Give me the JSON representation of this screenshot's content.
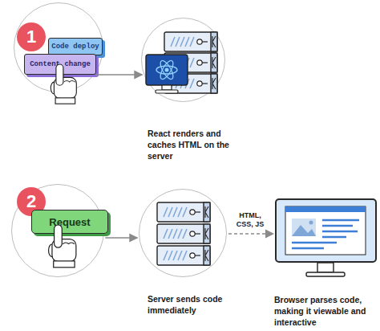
{
  "diagram": {
    "nodes": [
      {
        "text": [
          "1"
        ]
      },
      {
        "text": [
          "Code deploy"
        ],
        "in": 0
      },
      {
        "text": [
          "Content change"
        ],
        "in": 0
      },
      {
        "text": [
          "React renders and caches HTML on the server"
        ]
      },
      {
        "text": [
          "2"
        ]
      },
      {
        "text": [
          "Request"
        ],
        "in": 4
      },
      {
        "text": [
          "Server sends code immediately"
        ]
      },
      {
        "text": [
          "Browser parses code, making it viewable and interactive"
        ]
      }
    ],
    "edges": [
      {
        "from": 0,
        "to": 3,
        "arrow": "to"
      },
      {
        "from": 4,
        "to": 6,
        "arrow": "to"
      },
      {
        "from": 6,
        "to": 7,
        "arrow": "to",
        "label": "HTML, CSS, JS"
      }
    ]
  }
}
